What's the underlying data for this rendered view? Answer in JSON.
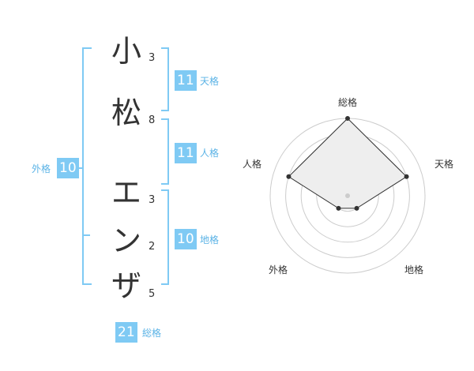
{
  "name": {
    "characters": [
      {
        "char": "小",
        "strokes": "3"
      },
      {
        "char": "松",
        "strokes": "8"
      },
      {
        "char": "エ",
        "strokes": "3"
      },
      {
        "char": "ン",
        "strokes": "2"
      },
      {
        "char": "ザ",
        "strokes": "5"
      }
    ]
  },
  "kakusu": {
    "tenkaku": {
      "value": "11",
      "label": "天格"
    },
    "jinkaku": {
      "value": "11",
      "label": "人格"
    },
    "chikaku": {
      "value": "10",
      "label": "地格"
    },
    "gaikaku": {
      "value": "10",
      "label": "外格"
    },
    "soukaku": {
      "value": "21",
      "label": "総格"
    }
  },
  "radar": {
    "axes": [
      "総格",
      "天格",
      "地格",
      "外格",
      "人格"
    ],
    "levels": 5,
    "values": [
      5,
      4,
      1,
      1,
      4
    ],
    "max": 5,
    "line_color": "#333333",
    "fill_color": "#eeeeee"
  }
}
